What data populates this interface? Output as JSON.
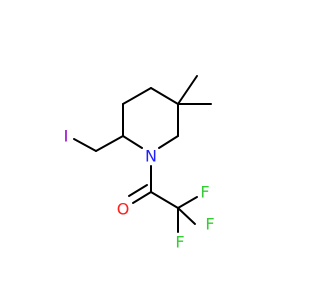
{
  "molecule": {
    "colors": {
      "bond": "#000000",
      "nitrogen": "#1f1fff",
      "oxygen": "#ff1f1f",
      "fluorine": "#33cc33",
      "iodine": "#9900cc"
    },
    "labels": {
      "iodine": "I",
      "nitrogen": "N",
      "oxygen": "O",
      "fluorine_1": "F",
      "fluorine_2": "F",
      "fluorine_3": "F"
    }
  }
}
